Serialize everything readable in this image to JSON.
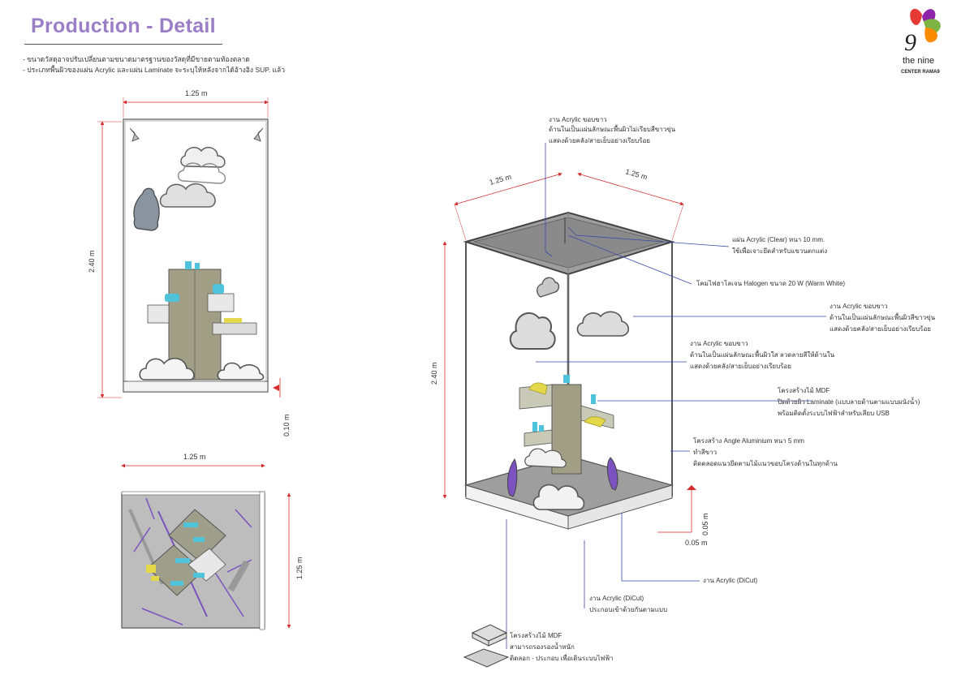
{
  "header": {
    "title": "Production - Detail",
    "notes": [
      "- ขนาดวัสดุอาจปรับเปลี่ยนตามขนาดมาตรฐานของวัสดุที่มีขายตามท้องตลาด",
      "- ประเภทพื้นผิวของแผ่น Acrylic และแผ่น Laminate จะระบุให้หลังจากได้อ้างอิง SUP. แล้ว"
    ]
  },
  "logo": {
    "numeral": "9",
    "line1": "the nine",
    "line2": "CENTER RAMA9"
  },
  "dimensions": {
    "front_width": "1.25 m",
    "front_height": "2.40 m",
    "front_base": "0.10 m",
    "top_width": "1.25 m",
    "top_depth": "1.25 m",
    "iso_left": "1.25 m",
    "iso_right": "1.25 m",
    "iso_height": "2.40 m",
    "iso_base_h": "0.05 m",
    "iso_base_w": "0.05 m"
  },
  "annotations": [
    {
      "lines": [
        "งาน Acrylic ขอบขาว",
        "ด้านในเป็นแผ่นลักษณะพื้นผิวไม่เรียบสีขาวขุ่น",
        "แสดงด้วยคลัง/สายเย็บอย่างเรียบร้อย"
      ]
    },
    {
      "lines": [
        "แผ่น Acrylic (Clear) หนา 10 mm.",
        "ใช้เพื่อเจาะยึดสำหรับแขวนตกแต่ง"
      ]
    },
    {
      "lines": [
        "โคมไฟฮาโลเจน Halogen ขนาด 20 W (Warm White)"
      ]
    },
    {
      "lines": [
        "งาน Acrylic ขอบขาว",
        "ด้านในเป็นแผ่นลักษณะพื้นผิวสีขาวขุ่น",
        "แสดงด้วยคลัง/สายเย็บอย่างเรียบร้อย"
      ]
    },
    {
      "lines": [
        "งาน Acrylic ขอบขาว",
        "ด้านในเป็นแผ่นลักษณะพื้นผิวใส ลวดลายสีให้ด้านใน",
        "แสดงด้วยคลัง/สายเย็บอย่างเรียบร้อย"
      ]
    },
    {
      "lines": [
        "โครงสร้างไม้ MDF",
        "ปิดด้วยผิว Laminate (แบบลายด้านตามแบบผนังน้ำ)",
        "พร้อมติดตั้งระบบไฟฟ้าสำหรับเสียบ USB"
      ]
    },
    {
      "lines": [
        "โครงสร้าง Angle Aluminium หนา 5 mm",
        "ทำสีขาว",
        "ติดตลอดแนวยึดตามไม้แนวขอบโครงด้านในทุกด้าน"
      ]
    },
    {
      "lines": [
        "งาน Acrylic (DiCut)"
      ]
    },
    {
      "lines": [
        "งาน Acrylic (DiCut)",
        "ประกอบเข้าด้วยกันตามแบบ"
      ]
    },
    {
      "lines": [
        "โครงสร้างไม้ MDF",
        "สามารถรองรองน้ำหนัก",
        "ติดลอก - ประกอบ เพื่อเดินระบบไฟฟ้า"
      ]
    }
  ],
  "colors": {
    "title": "#9a7ec6",
    "dimension": "#d32f2f",
    "leader": "#3949ab",
    "panel": "#8c8c78",
    "cyan": "#4fc3d9",
    "yellow": "#e3d84a",
    "purple": "#7b52c0"
  }
}
